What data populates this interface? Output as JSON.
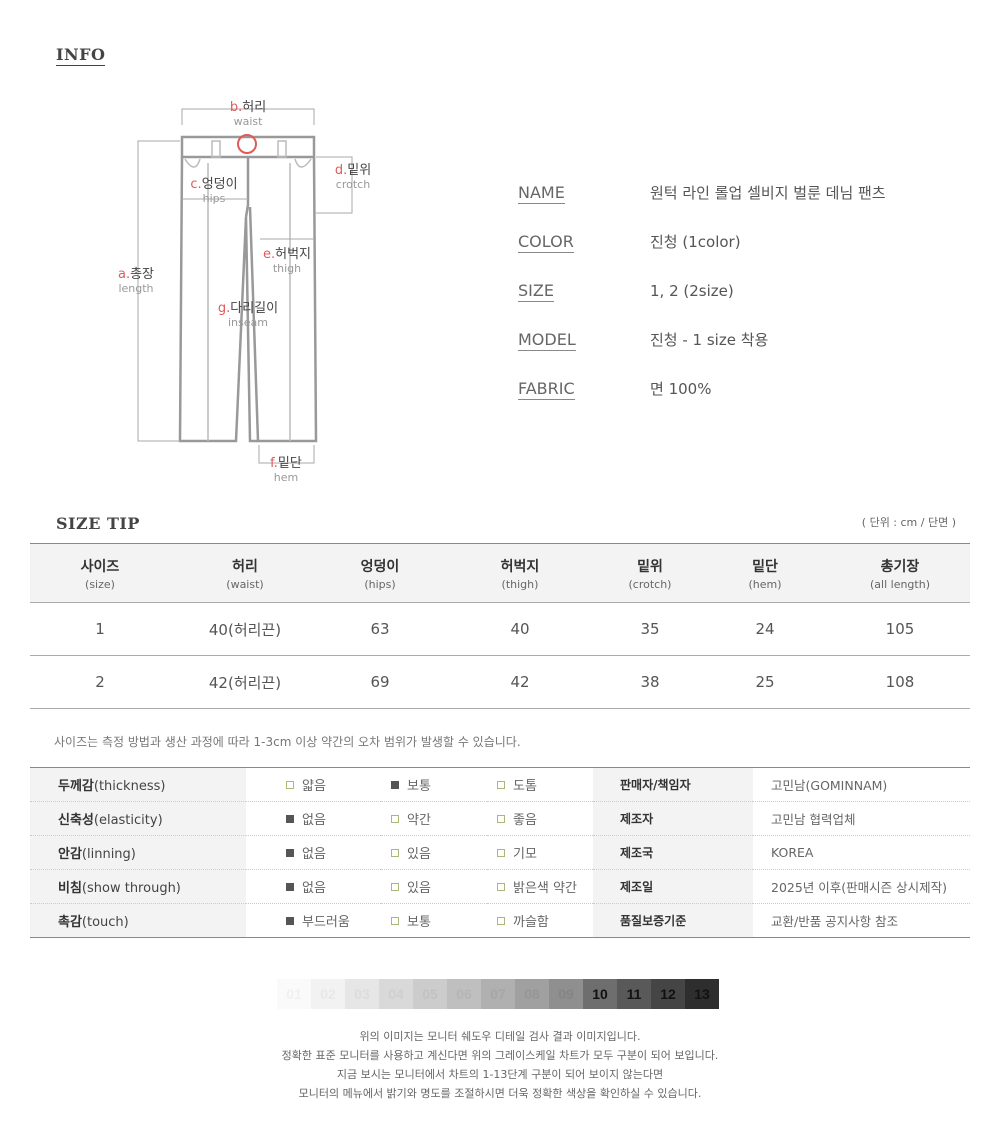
{
  "info_title": "INFO",
  "diagram": {
    "waist": {
      "letter": "b.",
      "ko": "허리",
      "en": "waist"
    },
    "hips": {
      "letter": "c.",
      "ko": "엉덩이",
      "en": "hips"
    },
    "crotch": {
      "letter": "d.",
      "ko": "밑위",
      "en": "crotch"
    },
    "length": {
      "letter": "a.",
      "ko": "총장",
      "en": "length"
    },
    "thigh": {
      "letter": "e.",
      "ko": "허벅지",
      "en": "thigh"
    },
    "inseam": {
      "letter": "g.",
      "ko": "다리길이",
      "en": "inseam"
    },
    "hem": {
      "letter": "f.",
      "ko": "밑단",
      "en": "hem"
    }
  },
  "product_info": [
    {
      "key": "NAME",
      "value": "원턱 라인 롤업 셀비지 벌룬 데님 팬츠"
    },
    {
      "key": "COLOR",
      "value": "진청 (1color)"
    },
    {
      "key": "SIZE",
      "value": "1, 2 (2size)"
    },
    {
      "key": "MODEL",
      "value": "진청 - 1 size 착용"
    },
    {
      "key": "FABRIC",
      "value": "면 100%"
    }
  ],
  "size_tip_title": "SIZE TIP",
  "unit_note": "( 단위 : cm / 단면 )",
  "size_table": {
    "headers": [
      {
        "ko": "사이즈",
        "en": "(size)"
      },
      {
        "ko": "허리",
        "en": "(waist)"
      },
      {
        "ko": "엉덩이",
        "en": "(hips)"
      },
      {
        "ko": "허벅지",
        "en": "(thigh)"
      },
      {
        "ko": "밑위",
        "en": "(crotch)"
      },
      {
        "ko": "밑단",
        "en": "(hem)"
      },
      {
        "ko": "총기장",
        "en": "(all length)"
      }
    ],
    "rows": [
      [
        "1",
        "40(허리끈)",
        "63",
        "40",
        "35",
        "24",
        "105"
      ],
      [
        "2",
        "42(허리끈)",
        "69",
        "42",
        "38",
        "25",
        "108"
      ]
    ]
  },
  "size_note": "사이즈는 측정 방법과 생산 과정에 따라 1-3cm 이상 약간의 오차 범위가 발생할 수 있습니다.",
  "attributes": [
    {
      "ko": "두께감",
      "en": "(thickness)",
      "options": [
        "얇음",
        "보통",
        "도톰"
      ],
      "selected": 1,
      "meta_key": "판매자/책임자",
      "meta_val": "고민남(GOMINNAM)"
    },
    {
      "ko": "신축성",
      "en": "(elasticity)",
      "options": [
        "없음",
        "약간",
        "좋음"
      ],
      "selected": 0,
      "meta_key": "제조자",
      "meta_val": "고민남 협력업체"
    },
    {
      "ko": "안감",
      "en": "(linning)",
      "options": [
        "없음",
        "있음",
        "기모"
      ],
      "selected": 0,
      "meta_key": "제조국",
      "meta_val": "KOREA"
    },
    {
      "ko": "비침",
      "en": "(show through)",
      "options": [
        "없음",
        "있음",
        "밝은색 약간"
      ],
      "selected": 0,
      "meta_key": "제조일",
      "meta_val": "2025년 이후(판매시즌 상시제작)"
    },
    {
      "ko": "촉감",
      "en": "(touch)",
      "options": [
        "부드러움",
        "보통",
        "까슬함"
      ],
      "selected": 0,
      "meta_key": "품질보증기준",
      "meta_val": "교환/반품 공지사항 참조"
    }
  ],
  "grayscale": {
    "labels": [
      "01",
      "02",
      "03",
      "04",
      "05",
      "06",
      "07",
      "08",
      "09",
      "10",
      "11",
      "12",
      "13"
    ],
    "colors": [
      "#fafafa",
      "#f2f2f2",
      "#e6e6e6",
      "#d9d9d9",
      "#cccccc",
      "#bfbfbf",
      "#b0b0b0",
      "#a0a0a0",
      "#8f8f8f",
      "#6e6e6e",
      "#595959",
      "#454545",
      "#2e2e2e"
    ]
  },
  "monitor_note": [
    "위의 이미지는 모니터 쉐도우 디테일 검사 결과 이미지입니다.",
    "정확한 표준 모니터를 사용하고 계신다면 위의 그레이스케일 차트가 모두 구분이 되어 보입니다.",
    "지금 보시는 모니터에서 차트의 1-13단계 구분이 되어 보이지 않는다면",
    "모니터의 메뉴에서 밝기와 명도를 조절하시면 더욱 정확한 색상을 확인하실 수 있습니다."
  ]
}
